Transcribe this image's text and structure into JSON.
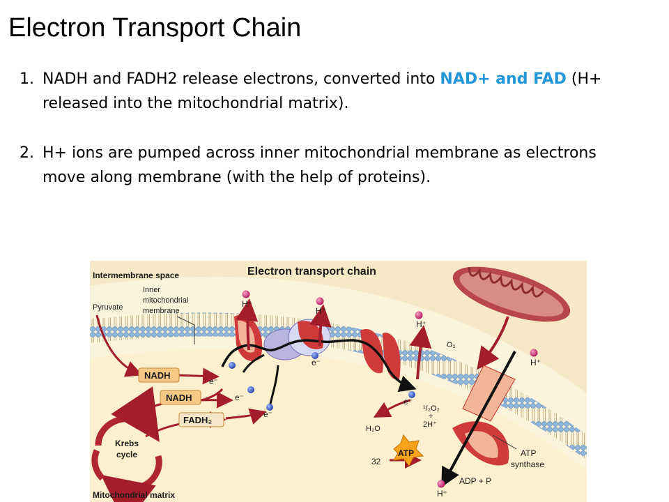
{
  "slide": {
    "title": "Electron Transport Chain",
    "bullets": [
      {
        "number": "1.",
        "text_before": "NADH and FADH2 release electrons, converted into ",
        "highlight": "NAD+ and FAD",
        "text_after": " (H+ released into the mitochondrial matrix)."
      },
      {
        "number": "2.",
        "text_before": "H+ ions are pumped across inner mitochondrial membrane as electrons move along membrane (with the help of proteins).",
        "highlight": "",
        "text_after": ""
      }
    ],
    "colors": {
      "highlight": "#2196d9",
      "proton": "#c2185b",
      "protein": "#c0392b",
      "membrane": "#8fb3d9",
      "atp_star": "#f7a21b",
      "carrier_box": "#f6c985"
    }
  },
  "figure": {
    "title": "Electron transport chain",
    "labels": {
      "intermembrane_space": "Intermembrane space",
      "inner_membrane_1": "Inner",
      "inner_membrane_2": "mitochondrial",
      "inner_membrane_3": "membrane",
      "pyruvate": "Pyruvate",
      "krebs_1": "Krebs",
      "krebs_2": "cycle",
      "matrix": "Mitochondrial matrix",
      "atp_synthase_1": "ATP",
      "atp_synthase_2": "synthase",
      "adp": "ADP + P",
      "atp_count": "32",
      "atp": "ATP",
      "nadh_1": "NADH",
      "nadh_2": "NADH",
      "fadh2": "FADH₂",
      "electron": "e⁻",
      "proton": "H⁺",
      "o2": "O₂",
      "half_o2": "¹/₂O₂",
      "plus": "+",
      "two_h": "2H⁺",
      "water": "H₂O"
    }
  }
}
